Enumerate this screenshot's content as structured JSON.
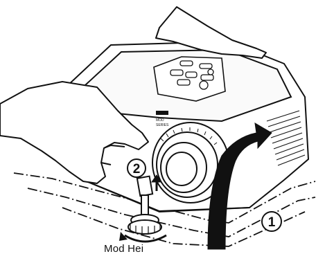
{
  "illustration": {
    "steps": [
      {
        "number": "1",
        "action": "lift-front"
      },
      {
        "number": "2",
        "action": "pull-lever"
      }
    ],
    "bottom_caption": "Mod Hei",
    "lens_label_lines": [
      "MOD",
      "SERIES"
    ],
    "colors": {
      "line": "#111111",
      "background": "#ffffff",
      "arrow": "#111111"
    }
  }
}
